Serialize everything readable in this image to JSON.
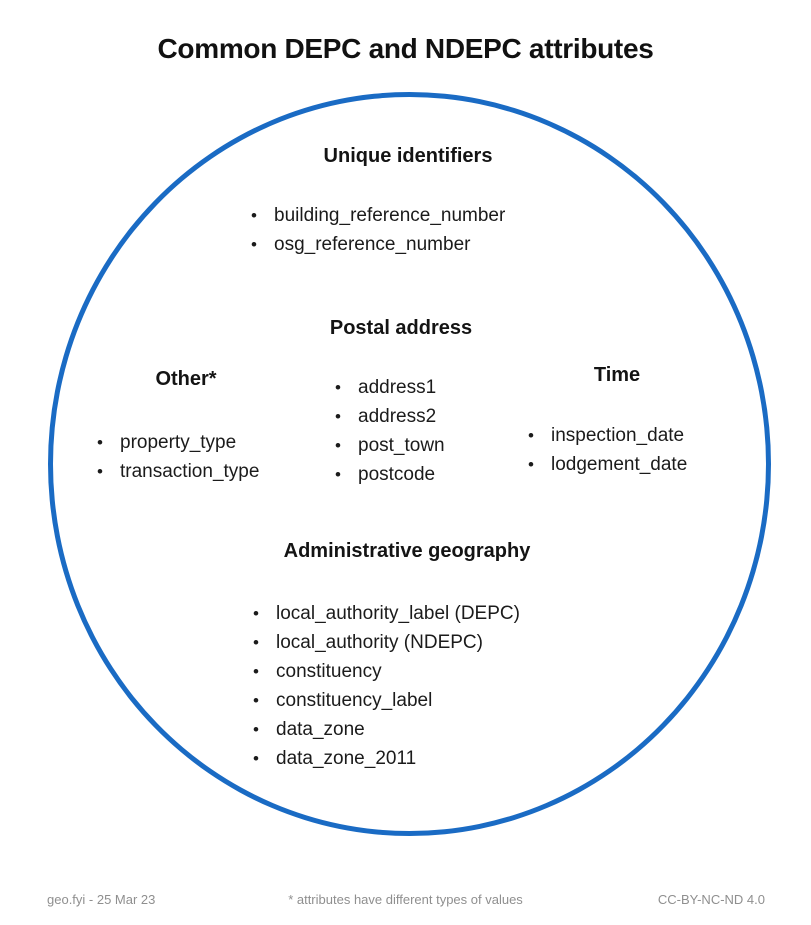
{
  "title": "Common DEPC and NDEPC attributes",
  "colors": {
    "circle_stroke": "#1a6bc4",
    "text": "#1b1b1b",
    "footer_text": "#8f8f8f"
  },
  "groups": [
    {
      "label": "Unique identifiers",
      "items": [
        "building_reference_number",
        "osg_reference_number"
      ]
    },
    {
      "label": "Postal address",
      "items": [
        "address1",
        "address2",
        "post_town",
        "postcode"
      ]
    },
    {
      "label": "Other*",
      "items": [
        "property_type",
        "transaction_type"
      ]
    },
    {
      "label": "Time",
      "items": [
        "inspection_date",
        "lodgement_date"
      ]
    },
    {
      "label": "Administrative geography",
      "items": [
        "local_authority_label (DEPC)",
        "local_authority (NDEPC)",
        "constituency",
        "constituency_label",
        "data_zone",
        "data_zone_2011"
      ]
    }
  ],
  "footer": {
    "left": "geo.fyi - 25 Mar 23",
    "center": "* attributes have different types of values",
    "right": "CC-BY-NC-ND 4.0"
  },
  "bullet_glyph": "•"
}
